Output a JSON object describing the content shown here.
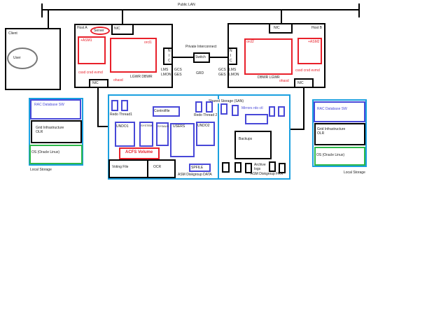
{
  "public_lan": "Public LAN",
  "client": {
    "title": "Client",
    "user": "User"
  },
  "host_a": {
    "title": "Host A",
    "server": "Server",
    "nic_top": "NIC",
    "nic_bottom": "NIC",
    "asm": "+ASM1",
    "instance": "orcl1",
    "daemons": "cssd crsd evmd",
    "ohasd": "ohasd",
    "bg": "LGWR DBWR",
    "nic_side": [
      "N",
      "I",
      "C"
    ],
    "lms": "LMS",
    "lmon": "LMON",
    "gcs": "GCS",
    "ges": "GES"
  },
  "interconnect": {
    "label": "Private Interconnect",
    "switch": "Switch",
    "grd": "GRD"
  },
  "host_b": {
    "title": "Host B",
    "nic_top": "NIC",
    "nic_bottom": "NIC",
    "asm": "+ASM2",
    "instance": "orcl2",
    "daemons": "cssd crsd evmd",
    "ohasd": "ohasd",
    "bg": "DBWR LGWR",
    "nic_side": [
      "N",
      "I",
      "C"
    ],
    "lms": "LMS",
    "lmon": "LMON",
    "gcs": "GCS",
    "ges": "GES"
  },
  "local_storage": {
    "rac": "RAC Database SW",
    "grid": "Grid Infrastructure",
    "olr": "OLR",
    "os": "OS (Oracle Linux)",
    "label": "Local Storage"
  },
  "shared": {
    "title": "Shared Storage   (SAN)",
    "redo1": "Redo Thread1",
    "redo2": "Redo Thread 2",
    "controlfile": "Controlfile",
    "undo1": "UNDO1",
    "system": "SYSTEM",
    "sysaux": "SYSAUX",
    "users": "USERS",
    "undo2": "UNDO2",
    "acfs": "ACFS Volume",
    "voting": "Voting File",
    "ocr": "OCR",
    "spfile": "SPFILE",
    "data": "ASM Diskgroup DATA",
    "mirrors": "Mirrors rdo ctl",
    "backups": "Backups",
    "archive": "Archive",
    "logs": "logs",
    "fra": "ASM Diskgroup FRA"
  }
}
